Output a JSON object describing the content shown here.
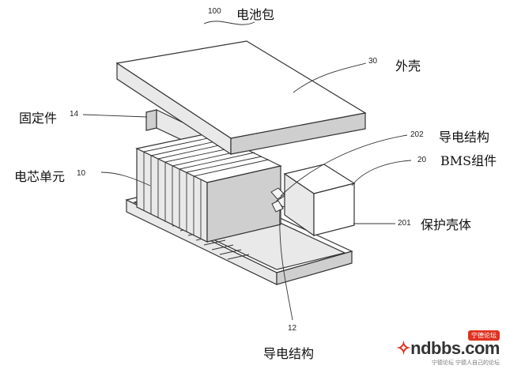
{
  "labels": {
    "battery_pack": {
      "ref": "100",
      "text": "电池包"
    },
    "housing": {
      "ref": "30",
      "text": "外壳"
    },
    "fixing_member": {
      "ref": "14",
      "text": "固定件"
    },
    "cell_unit": {
      "ref": "10",
      "text": "电芯单元"
    },
    "conductive_structure_top": {
      "ref": "202",
      "text": "导电结构"
    },
    "bms_assembly": {
      "ref": "20",
      "text": "BMS组件"
    },
    "protective_shell": {
      "ref": "201",
      "text": "保护壳体"
    },
    "conductive_structure_bottom": {
      "ref": "12",
      "text": "导电结构"
    }
  },
  "watermark": {
    "site": "ndbbs.com",
    "badge": "宁德论坛",
    "sub": "宁德论坛 宁德人自己的论坛"
  },
  "colors": {
    "line": "#333333",
    "face_light": "#ffffff",
    "face_mid": "#e9e9e9",
    "face_dark": "#cfcfcf",
    "accent": "#e0321f"
  }
}
